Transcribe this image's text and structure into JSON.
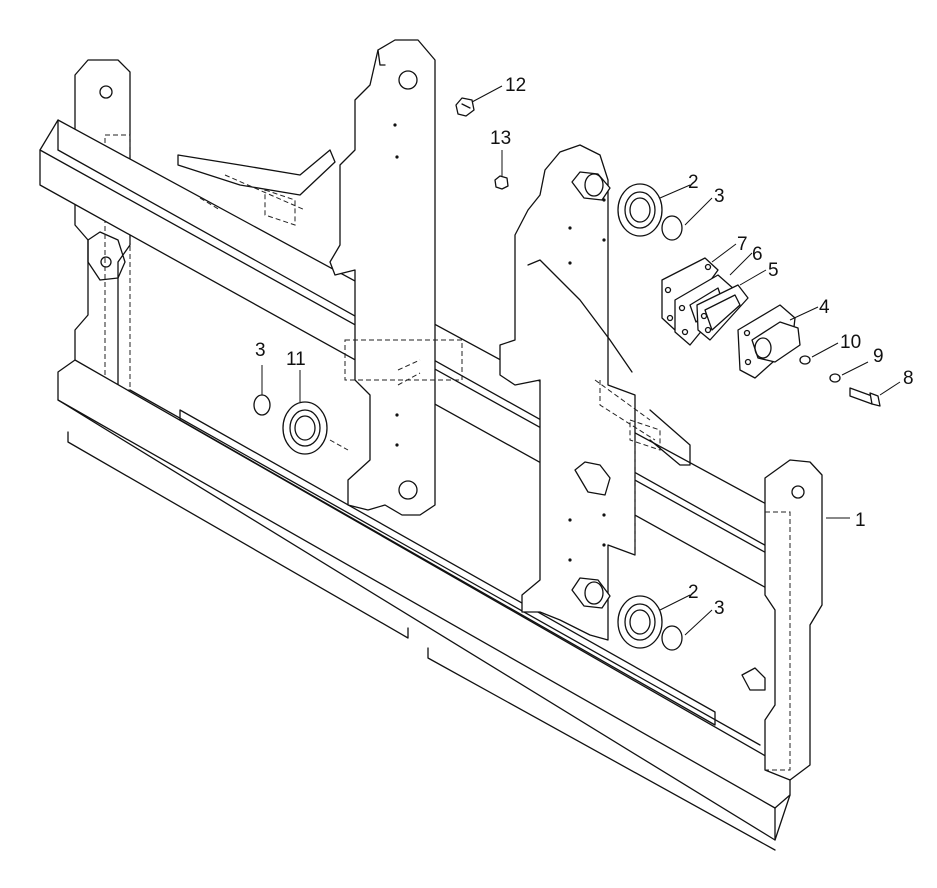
{
  "labels": {
    "p1": "1",
    "p2a": "2",
    "p2b": "2",
    "p3a": "3",
    "p3b": "3",
    "p3c": "3",
    "p4": "4",
    "p5": "5",
    "p6": "6",
    "p7": "7",
    "p8": "8",
    "p9": "9",
    "p10": "10",
    "p11": "11",
    "p12": "12",
    "p13": "13"
  }
}
